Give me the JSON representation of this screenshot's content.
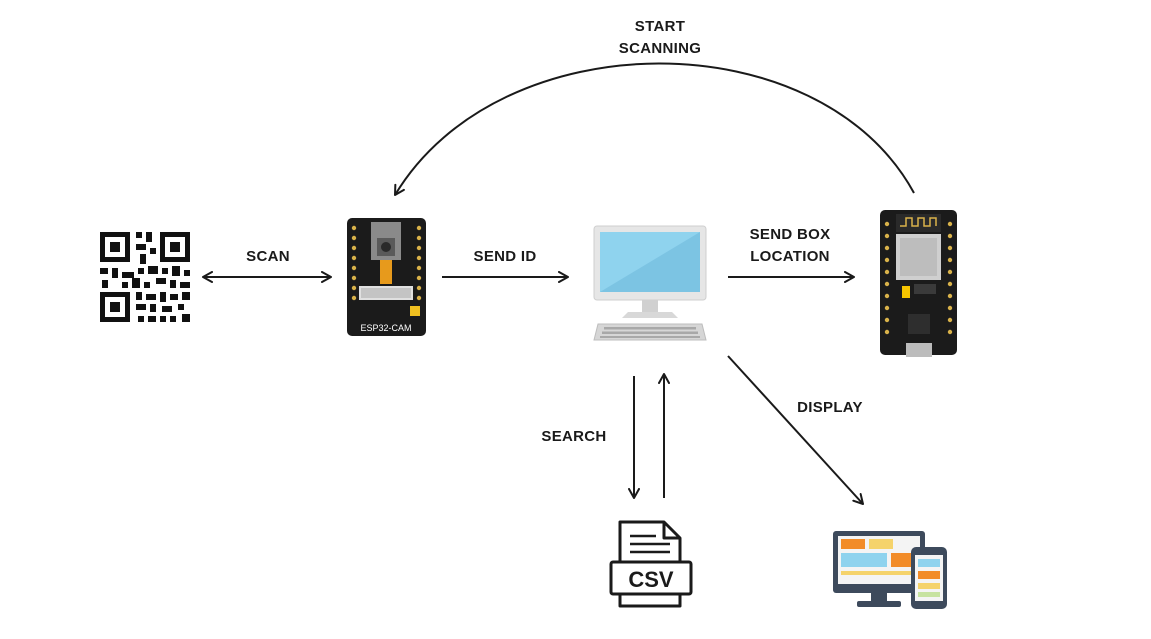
{
  "labels": {
    "start_line1": "START",
    "start_line2": "SCANNING",
    "scan": "SCAN",
    "send_id": "SEND ID",
    "send_box_line1": "SEND BOX",
    "send_box_line2": "LOCATION",
    "search": "SEARCH",
    "display": "DISPLAY"
  },
  "devices": {
    "camera_board_label": "ESP32-CAM",
    "csv_label": "CSV"
  },
  "icons": [
    "qr-code-icon",
    "esp32-cam-icon",
    "desktop-computer-icon",
    "nodemcu-board-icon",
    "csv-file-icon",
    "responsive-display-icon"
  ],
  "colors": {
    "stroke": "#1a1a1a",
    "screen": "#8fd3ee",
    "board": "#1b1b1b",
    "accent_orange": "#f28c28",
    "accent_yellow": "#f5c400"
  }
}
